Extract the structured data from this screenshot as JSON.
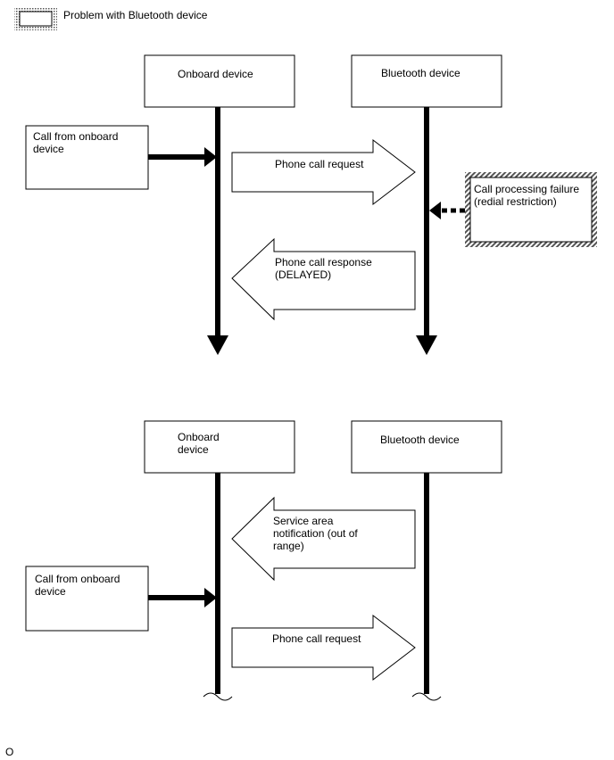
{
  "legend": {
    "label": "Problem with Bluetooth device"
  },
  "diagram1": {
    "onboard_box": "Onboard device",
    "bluetooth_box": "Bluetooth device",
    "call_box": "Call from onboard device",
    "request_arrow": "Phone call request",
    "failure_box": "Call processing failure (redial restriction)",
    "response_arrow": "Phone call response (DELAYED)"
  },
  "diagram2": {
    "onboard_box": "Onboard device",
    "bluetooth_box": "Bluetooth device",
    "notification_arrow": "Service area notification (out of range)",
    "call_box": "Call from onboard device",
    "request_arrow": "Phone call request"
  },
  "footer": {
    "code": "O"
  },
  "colors": {
    "stroke": "#000000",
    "fill": "#ffffff",
    "hatch": "#555555"
  }
}
